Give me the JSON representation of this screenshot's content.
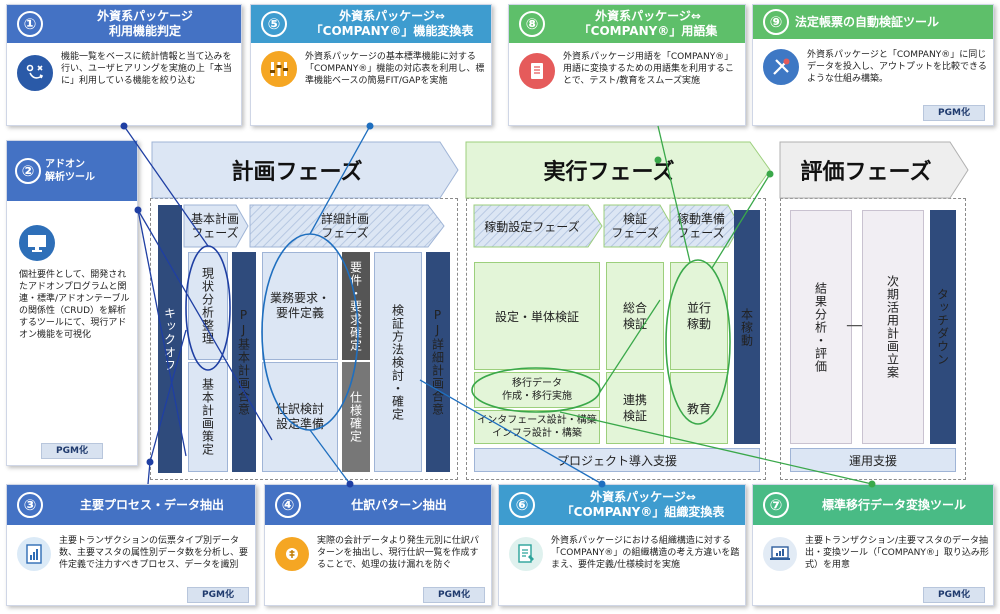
{
  "cards": {
    "c1": {
      "num": "①",
      "title": "外資系パッケージ\n利用機能判定",
      "desc": "機能一覧をベースに統計情報と当て込みを行い、ユーザヒアリングを実施の上「本当に」利用している機能を絞り込む"
    },
    "c5": {
      "num": "⑤",
      "title": "外資系パッケージ⇔\n「COMPANY®」機能変換表",
      "desc": "外資系パッケージの基本標準機能に対する「COMPANY®」機能の対応表を利用し、標準機能ベースの簡易FIT/GAPを実施"
    },
    "c8": {
      "num": "⑧",
      "title": "外資系パッケージ⇔\n「COMPANY®」用語集",
      "desc": "外資系パッケージ用語を「COMPANY®」用語に変換するための用語集を利用することで、テスト/教育をスムーズ実施"
    },
    "c9": {
      "num": "⑨",
      "title": "法定帳票の自動検証ツール",
      "desc": "外資系パッケージと「COMPANY®」に同じデータを投入し、アウトプットを比較できるような仕組み構築。",
      "pgm": "PGM化"
    },
    "c2": {
      "num": "②",
      "title_small": "アドオン\n解析ツール",
      "desc": "個社要件として、開発されたアドオンプログラムと関連・標準/アドオンテーブルの関係性（CRUD）を解析するツールにて、現行アドオン機能を可視化",
      "pgm": "PGM化"
    },
    "c3": {
      "num": "③",
      "title": "主要プロセス・データ抽出",
      "desc": "主要トランザクションの伝票タイプ別データ数、主要マスタの属性別データ数を分析し、要件定義で注力すべきプロセス、データを識別",
      "pgm": "PGM化"
    },
    "c4": {
      "num": "④",
      "title": "仕訳パターン抽出",
      "desc": "実際の会計データより発生元別に仕訳パターンを抽出し、現行仕訳一覧を作成することで、処理の抜け漏れを防ぐ",
      "pgm": "PGM化"
    },
    "c6": {
      "num": "⑥",
      "title": "外資系パッケージ⇔\n「COMPANY®」組織変換表",
      "desc": "外資系パッケージにおける組織構造に対する「COMPANY®」の組織構造の考え方違いを踏まえ、要件定義/仕様検討を実施"
    },
    "c7": {
      "num": "⑦",
      "title": "標準移行データ変換ツール",
      "desc": "主要トランザクション/主要マスタのデータ抽出・変換ツール（「COMPANY®」取り込み形式）を用意",
      "pgm": "PGM化"
    }
  },
  "phases": {
    "plan": "計画フェーズ",
    "exec": "実行フェーズ",
    "eval": "評価フェーズ"
  },
  "plan": {
    "kickoff": "キックオフ",
    "basic_phase": "基本計画\nフェーズ",
    "detail_phase": "詳細計画\nフェーズ",
    "genjo": "現状分析整理",
    "kihon_sakutei": "基本計画策定",
    "pj_kihon": "PJ基本計画合意",
    "gyomu": "業務要求・\n要件定義",
    "shiwake": "仕訳検討\n設定準備",
    "yoken": "要件・要求確定",
    "shiyo": "仕様確定",
    "kensho_hoho": "検証方法検討・確定",
    "pj_shosai": "PJ詳細計画合意"
  },
  "exec": {
    "kado_settei": "稼動設定フェーズ",
    "kensho_phase": "検証\nフェーズ",
    "kado_junbi": "稼動準備\nフェーズ",
    "settei_tantai": "設定・単体検証",
    "iko_data": "移行データ\n作成・移行実施",
    "interface": "インタフェース設計・構築\nインフラ設計・構築",
    "sogo": "総合\n検証",
    "renkei": "連携\n検証",
    "heiko": "並行\n稼動",
    "kyoiku": "教育",
    "honkado": "本稼動",
    "support": "プロジェクト導入支援"
  },
  "eval": {
    "kekka": "結果分析・評価",
    "jiki": "次期活用計画立案",
    "touch": "タッチダウン",
    "unyo": "運用支援"
  },
  "colors": {
    "blue": "#4472c4",
    "cyan": "#3e9ccf",
    "green": "#5ebf6a",
    "mint": "#49bb85",
    "dark": "#2f4b7c"
  }
}
